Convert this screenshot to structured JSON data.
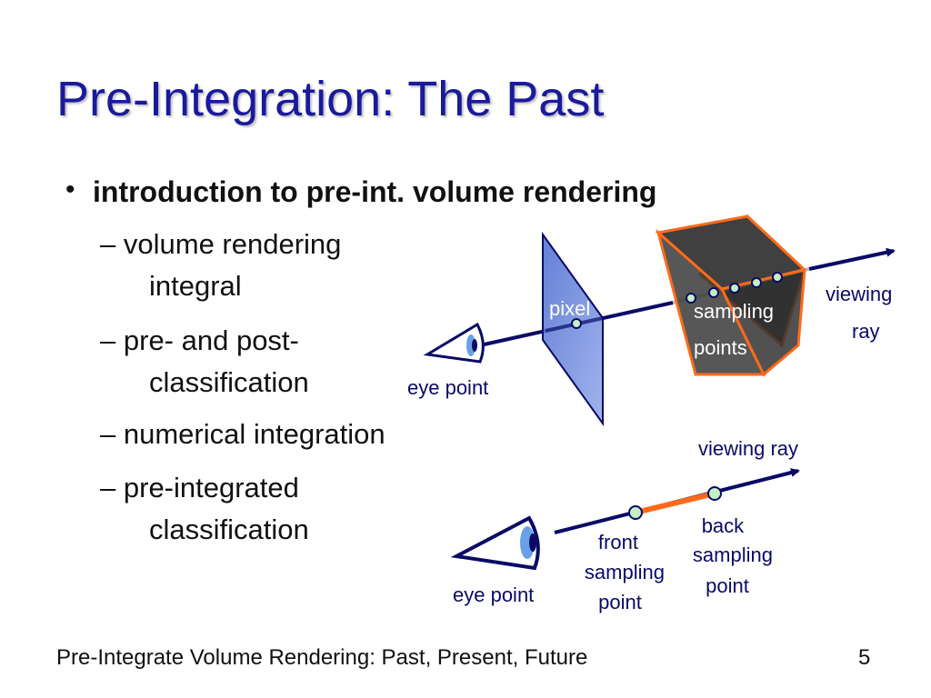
{
  "slide": {
    "title": "Pre-Integration: The Past",
    "bullet": "introduction to pre-int. volume rendering",
    "subitems": [
      {
        "dash": "–",
        "line1": "volume rendering",
        "line2": "integral"
      },
      {
        "dash": "–",
        "line1": "pre- and post-",
        "line2": "classification"
      },
      {
        "dash": "–",
        "line1": "numerical integration",
        "line2": ""
      },
      {
        "dash": "–",
        "line1": "pre-integrated",
        "line2": "classification"
      }
    ],
    "footer": "Pre-Integrate Volume Rendering: Past, Present, Future",
    "page_number": "5"
  },
  "diagram_top": {
    "pixel_label": "pixel",
    "sampling_label": "sampling",
    "points_label": "points",
    "viewing_label": "viewing",
    "ray_label": "ray",
    "eye_label": "eye point"
  },
  "diagram_bottom": {
    "viewing_ray_label": "viewing ray",
    "front_lines": [
      "front",
      "sampling",
      "point"
    ],
    "back_lines": [
      "back",
      "sampling",
      "point"
    ],
    "eye_label": "eye point"
  },
  "colors": {
    "title": "#1a1a9c",
    "ray": "#0a0a66",
    "plane": "#6a86d8",
    "cube_fill": "#3a3a3a",
    "cube_edge": "#ff6a1a",
    "point_fill": "#c4f0c4",
    "segment": "#ff6a1a"
  }
}
